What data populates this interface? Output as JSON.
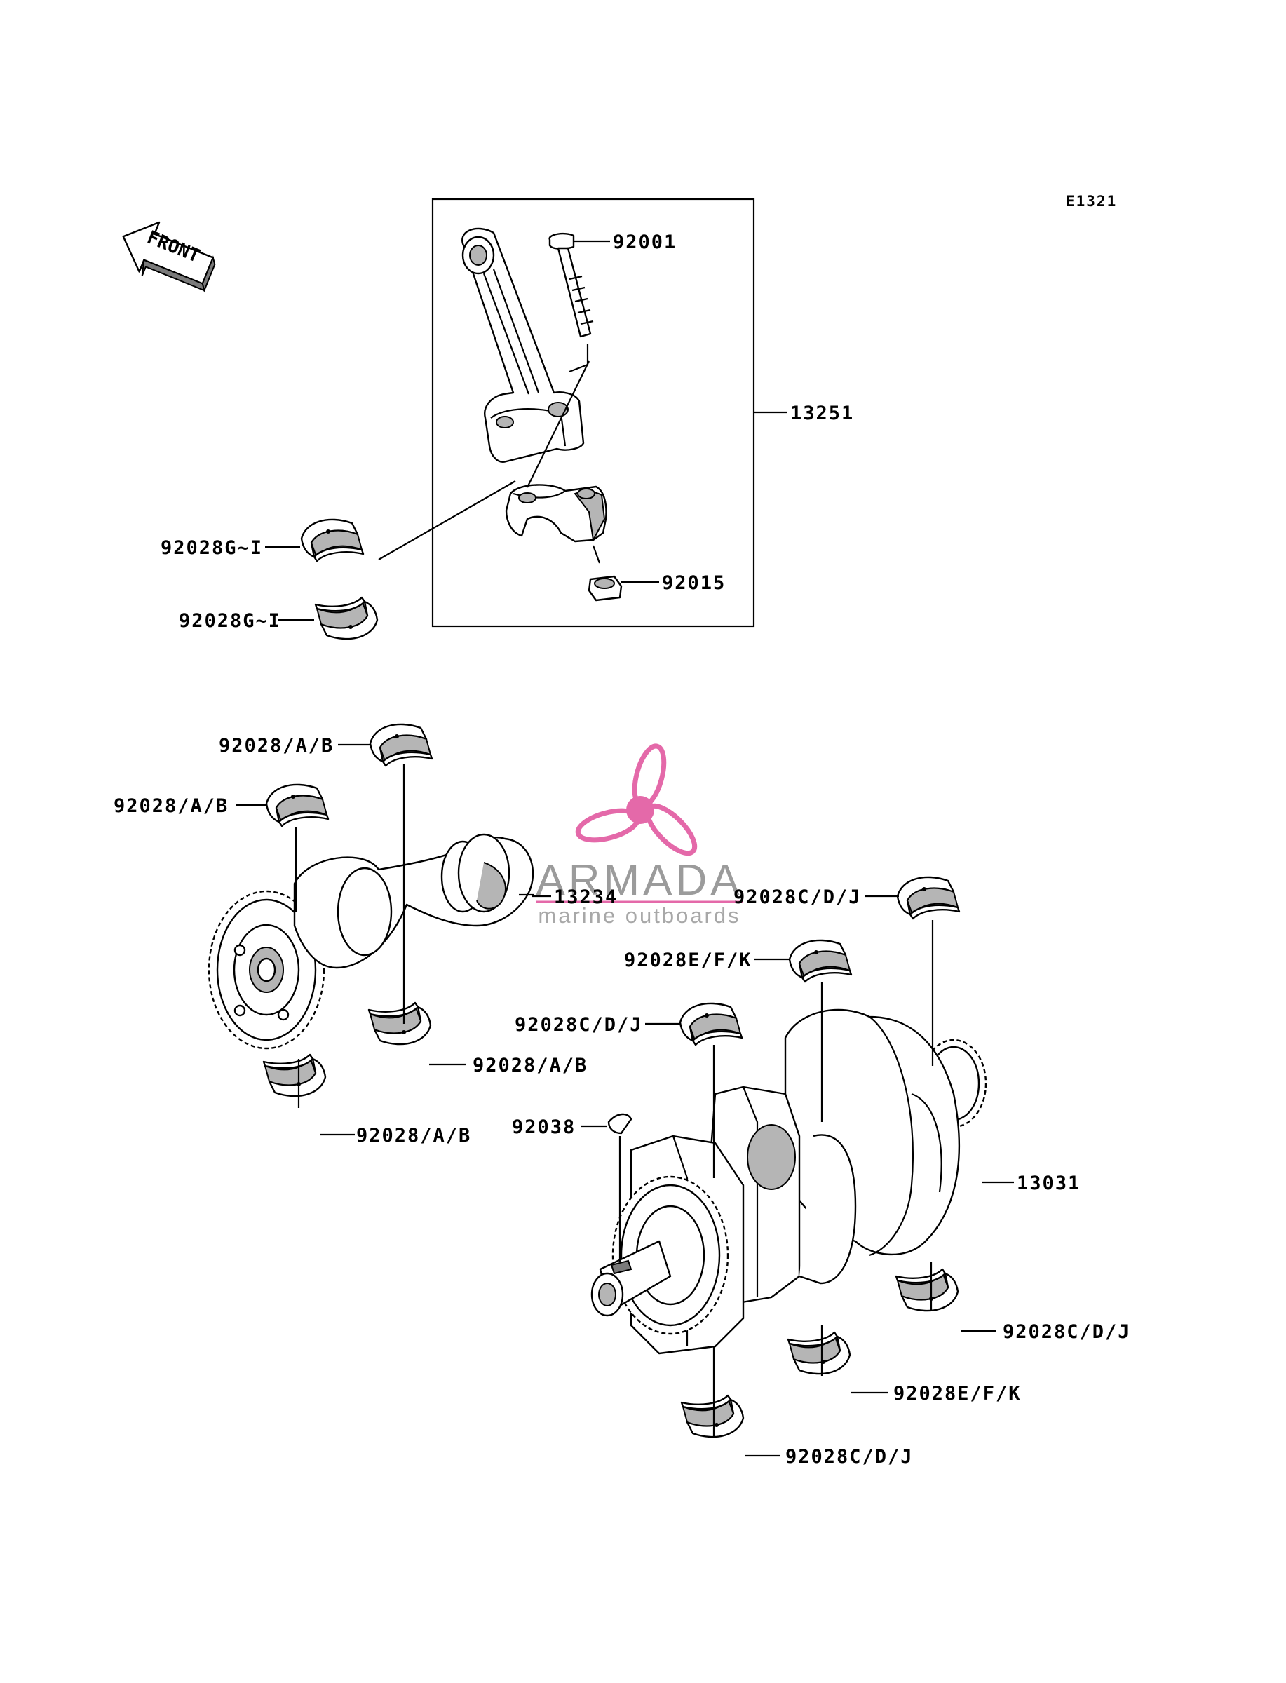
{
  "diagram": {
    "code": "E1321",
    "front_label": "FRONT",
    "watermark": {
      "name": "ARMADA",
      "tagline": "marine outboards",
      "color": "#e04f9b"
    },
    "callouts": {
      "p92001": "92001",
      "p13251": "13251",
      "p92028gi_a": "92028G~I",
      "p92028gi_b": "92028G~I",
      "p92015": "92015",
      "p92028ab_1": "92028/A/B",
      "p92028ab_2": "92028/A/B",
      "p13234": "13234",
      "p92028ab_3": "92028/A/B",
      "p92028ab_4": "92028/A/B",
      "p92028cdj_1": "92028C/D/J",
      "p92028efk_1": "92028E/F/K",
      "p92028cdj_2": "92028C/D/J",
      "p92038": "92038",
      "p13031": "13031",
      "p92028cdj_3": "92028C/D/J",
      "p92028efk_2": "92028E/F/K",
      "p92028cdj_4": "92028C/D/J"
    }
  }
}
